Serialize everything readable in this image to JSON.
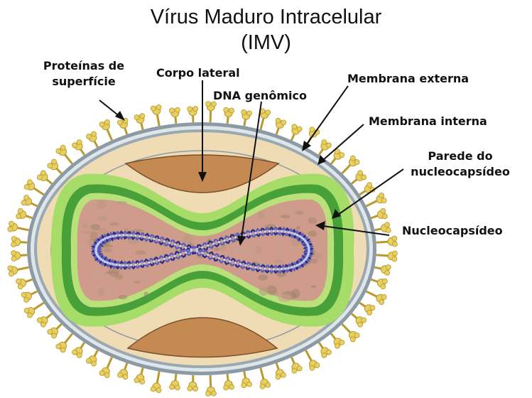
{
  "title": {
    "line1": "Vírus Maduro Intracelular",
    "line2": "(IMV)"
  },
  "labels": {
    "surface_proteins": [
      "Proteínas de",
      "superfície"
    ],
    "lateral_body": "Corpo lateral",
    "genomic_dna": "DNA genômico",
    "outer_membrane": "Membrana externa",
    "inner_membrane": "Membrana interna",
    "nucleocapsid_wall": [
      "Parede do",
      "nucleocapsídeo"
    ],
    "nucleocapsid": "Nucleocapsídeo"
  },
  "colors": {
    "surface_protein": "#e8cf62",
    "outer_membrane": "#8c9aa6",
    "inner_membrane": "#dfe6ea",
    "matrix": "#efdcb4",
    "lateral_body": "#c48a52",
    "wall_dark": "#48a138",
    "wall_light": "#a6dc68",
    "core": "#cf9c8c",
    "dna": "#2b2f86"
  }
}
